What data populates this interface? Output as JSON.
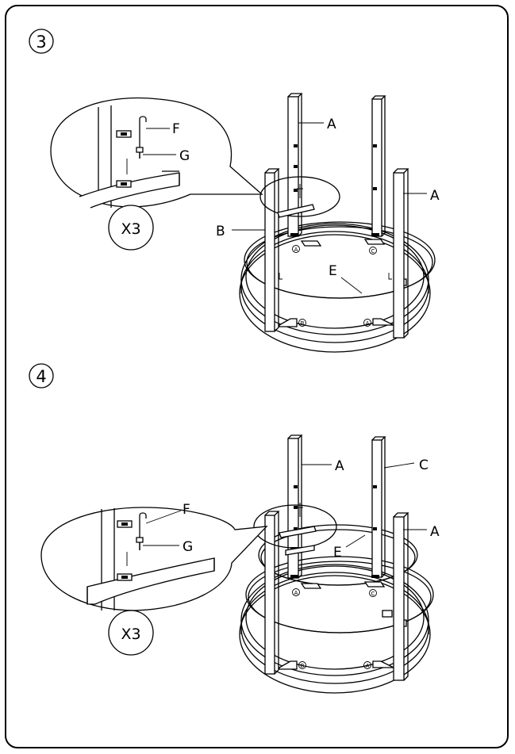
{
  "steps": [
    {
      "number": "3",
      "callouts": {
        "post_left": "A",
        "post_right": "A",
        "ring": "B",
        "inner_ring": "E",
        "bolt": "F",
        "washer": "G"
      },
      "multiplier": "X3",
      "mounts": [
        "A",
        "C",
        "B",
        "A"
      ]
    },
    {
      "number": "4",
      "callouts": {
        "post_left": "A",
        "post_back": "C",
        "post_right": "A",
        "ring": "E",
        "bolt": "F",
        "washer": "G"
      },
      "multiplier": "X3",
      "mounts": [
        "A",
        "C",
        "B",
        "A"
      ]
    }
  ],
  "colors": {
    "line": "#000000",
    "background": "#ffffff"
  }
}
